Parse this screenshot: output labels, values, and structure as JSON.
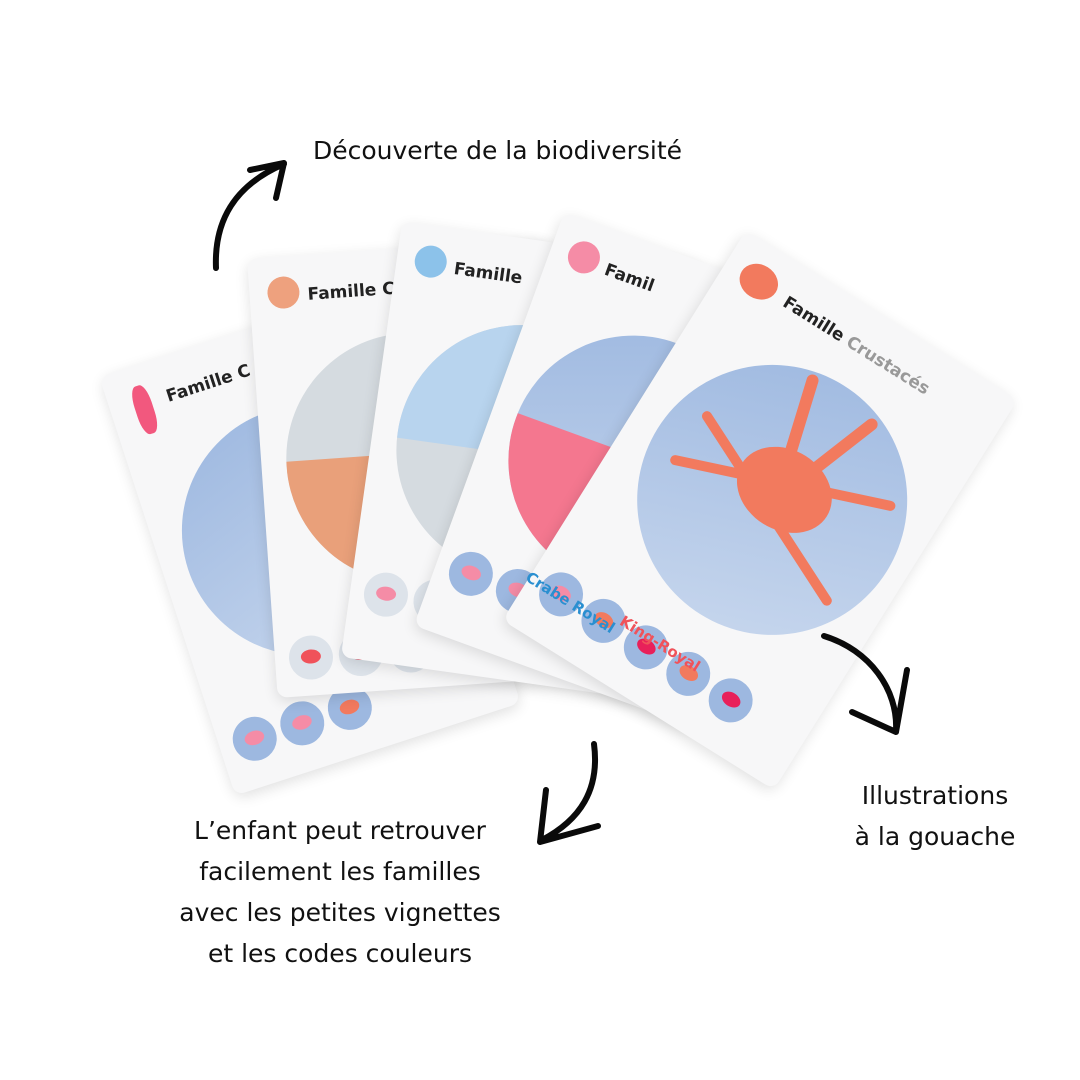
{
  "captions": {
    "top": "Découverte de la biodiversité",
    "right": [
      "Illustrations",
      "à la gouache"
    ],
    "left": [
      "L’enfant peut retrouver",
      "facilement les familles",
      "avec les petites vignettes",
      "et les codes couleurs"
    ]
  },
  "cards": [
    {
      "title": "Famille C",
      "icon": "lobster-icon",
      "color": "#f2587e"
    },
    {
      "title": "Famille Cé",
      "icon": "squid-icon",
      "color": "#eea17e"
    },
    {
      "title": "Famille",
      "icon": "octopus-icon",
      "color": "#8cc2ea"
    },
    {
      "title": "Famil",
      "icon": "shrimp-icon",
      "color": "#f58ca6"
    },
    {
      "title_main": "Famille ",
      "title_muted": "Crustacés",
      "icon": "crab-icon",
      "color": "#f27a5e"
    }
  ],
  "card_labels": {
    "name_fr": "Crabe Royal",
    "name_en": "King-Royal",
    "name_fr_color": "#2a8fd0",
    "name_en_color": "#f0525a"
  }
}
